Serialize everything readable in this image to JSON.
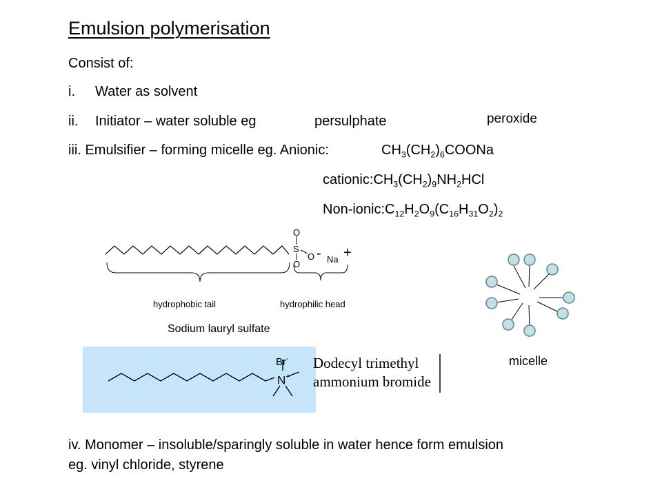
{
  "title": "Emulsion polymerisation",
  "consist_of": "Consist of:",
  "items": {
    "i_num": "i.",
    "i_text": "Water as solvent",
    "ii_num": "ii.",
    "ii_text": "Initiator – water soluble eg",
    "ii_example1": "persulphate",
    "ii_example2": "peroxide",
    "iii_text": "iii. Emulsifier – forming micelle eg. Anionic:",
    "iv_line1": "iv. Monomer – insoluble/sparingly  soluble in water hence form emulsion",
    "iv_line2": "eg. vinyl chloride, styrene"
  },
  "formulas": {
    "anionic": "CH3(CH2)6COONa",
    "cationic_label": "cationic:",
    "cationic": "CH3(CH2)9NH2HCl",
    "nonionic_label": "Non-ionic:",
    "nonionic": "C12H2O9(C16H31O2)2"
  },
  "sls_diagram": {
    "atom_o": "O",
    "atom_s": "S",
    "anion_charge": "-",
    "cation": "Na",
    "cation_charge": "+",
    "tail_label": "hydrophobic tail",
    "head_label": "hydrophilic head",
    "caption": "Sodium lauryl sulfate"
  },
  "dtab_diagram": {
    "anion": "Br",
    "anion_charge": "-",
    "atom_n": "N",
    "n_charge": "+",
    "name_line1": "Dodecyl trimethyl",
    "name_line2": "ammonium bromide"
  },
  "micelle_label": "micelle",
  "colors": {
    "micelle_head_fill": "#c5dfe4",
    "micelle_head_stroke": "#5b8a9a",
    "dtab_panel": "#c6e4fa"
  }
}
